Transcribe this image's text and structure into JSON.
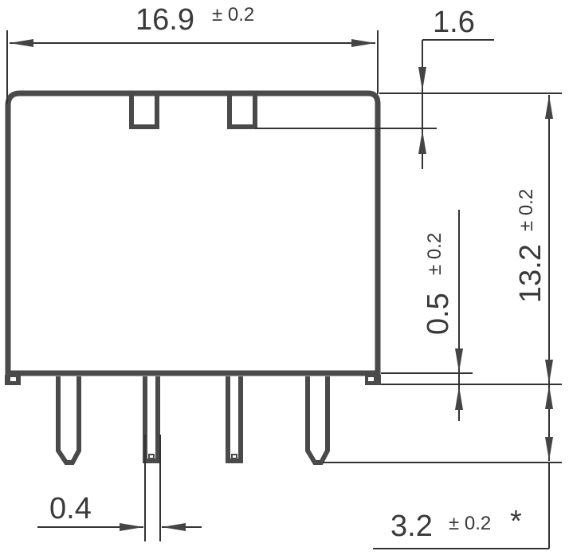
{
  "drawing": {
    "type": "component outline dimension drawing",
    "stroke_color": "#4a4a4a",
    "text_color": "#3a3a3a"
  },
  "dimensions": {
    "width": {
      "value": "16.9",
      "tolerance": "± 0.2"
    },
    "top_slot_depth": {
      "value": "1.6"
    },
    "height": {
      "value": "13.2",
      "tolerance": "± 0.2"
    },
    "standoff": {
      "value": "0.5",
      "tolerance": "± 0.2"
    },
    "pin_width": {
      "value": "0.4"
    },
    "pin_length": {
      "value": "3.2",
      "tolerance": "± 0.2",
      "note": "*"
    }
  }
}
